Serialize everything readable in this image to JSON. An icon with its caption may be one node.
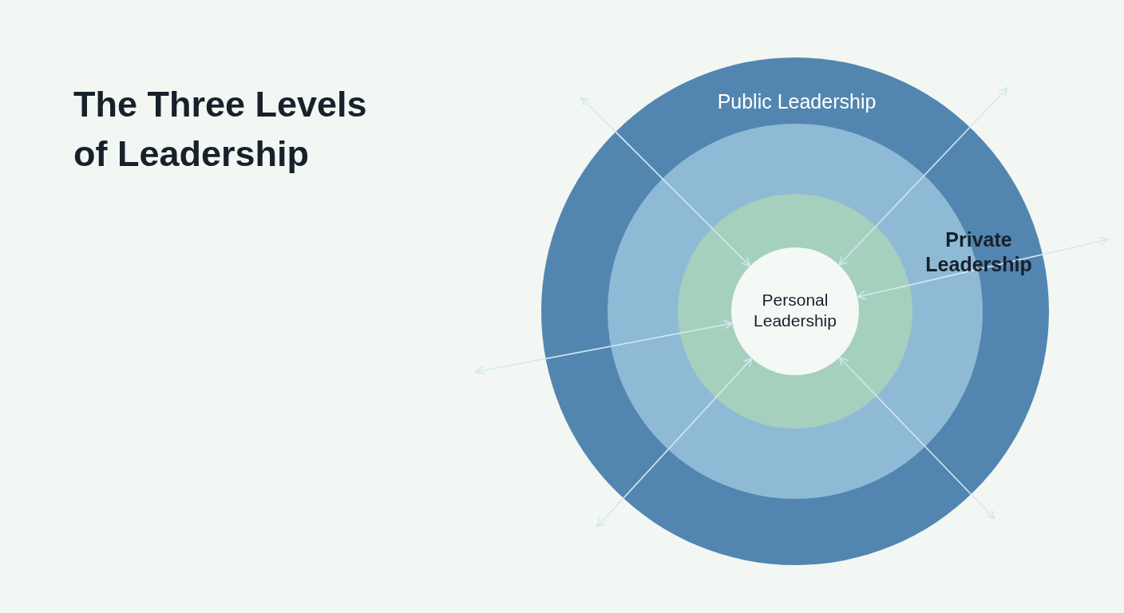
{
  "diagram": {
    "title": "The Three Levels of Leadership",
    "nodes": [
      {
        "text": [
          "Public Leadership"
        ]
      },
      {
        "text": [
          "Private Leadership"
        ],
        "in": 0
      },
      {
        "text": [],
        "shape": "circle",
        "in": 1
      },
      {
        "text": [
          "Personal Leadership"
        ],
        "in": 2
      }
    ],
    "edges": [
      {
        "from": null,
        "to": 3,
        "arrow": "both"
      },
      {
        "from": null,
        "to": 3,
        "arrow": "both"
      },
      {
        "from": null,
        "to": 3,
        "arrow": "both"
      },
      {
        "from": null,
        "to": 3,
        "arrow": "both"
      },
      {
        "from": null,
        "to": 3,
        "arrow": "both"
      },
      {
        "from": null,
        "to": 3,
        "arrow": "both"
      }
    ]
  }
}
